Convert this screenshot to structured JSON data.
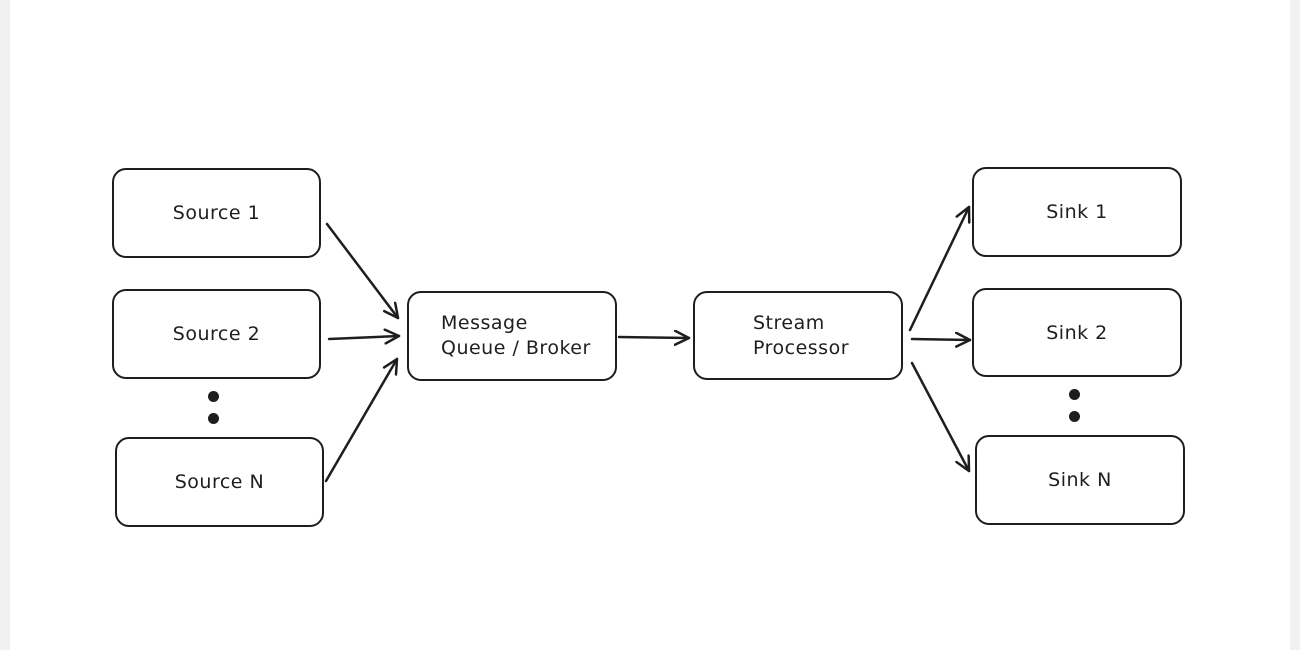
{
  "colors": {
    "stroke": "#1e1e1e",
    "background": "#ffffff",
    "page_margin": "#f1f1f1"
  },
  "sources": [
    {
      "label": "Source 1"
    },
    {
      "label": "Source 2"
    },
    {
      "label": "Source N"
    }
  ],
  "broker": {
    "line1": "Message",
    "line2": "Queue / Broker"
  },
  "processor": {
    "line1": "Stream",
    "line2": "Processor"
  },
  "sinks": [
    {
      "label": "Sink 1"
    },
    {
      "label": "Sink 2"
    },
    {
      "label": "Sink N"
    }
  ],
  "edges": [
    {
      "from": "Source 1",
      "to": "Message Queue / Broker"
    },
    {
      "from": "Source 2",
      "to": "Message Queue / Broker"
    },
    {
      "from": "Source N",
      "to": "Message Queue / Broker"
    },
    {
      "from": "Message Queue / Broker",
      "to": "Stream Processor"
    },
    {
      "from": "Stream Processor",
      "to": "Sink 1"
    },
    {
      "from": "Stream Processor",
      "to": "Sink 2"
    },
    {
      "from": "Stream Processor",
      "to": "Sink N"
    }
  ]
}
